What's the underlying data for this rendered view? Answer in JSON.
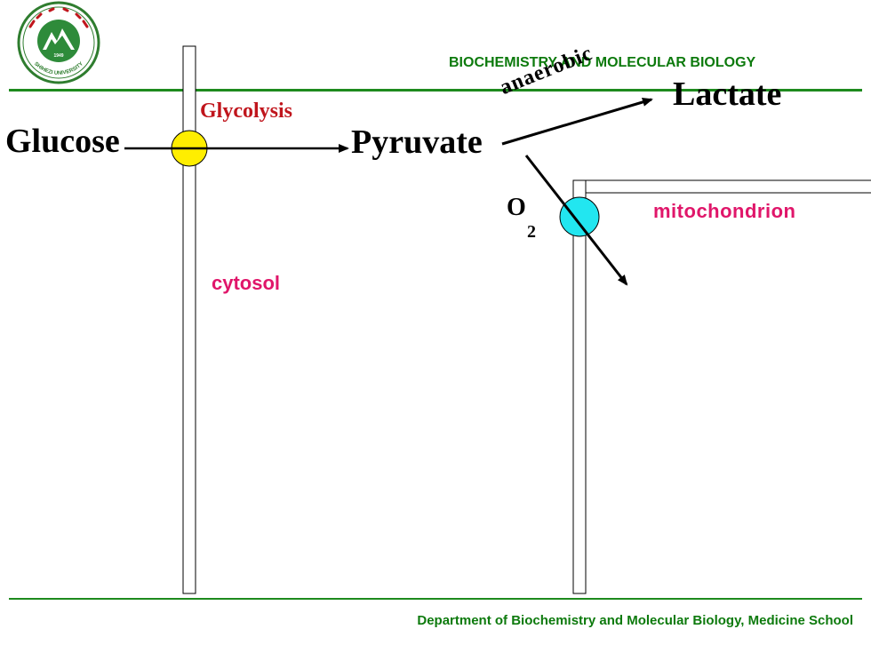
{
  "header": {
    "title": "BIOCHEMISTRY AND MOLECULAR BIOLOGY",
    "logo_icon": "university-seal-icon",
    "logo_text": "SHIHEZI UNIVERSITY"
  },
  "diagram": {
    "glucose": "Glucose",
    "glycolysis": "Glycolysis",
    "pyruvate": "Pyruvate",
    "anaerobic": "anaerobic",
    "lactate": "Lactate",
    "o2_symbol": "O",
    "o2_subscript": "2",
    "cytosol": "cytosol",
    "mitochondrion": "mitochondrion"
  },
  "footer": {
    "text": "Department of Biochemistry and Molecular Biology, Medicine School"
  },
  "colors": {
    "rule_green": "#1e8a1e",
    "header_text": "#0d7a0d",
    "glycolysis_red": "#c0151c",
    "label_pink": "#e0166a",
    "transporter_yellow": "#ffee00",
    "transporter_cyan": "#22e6f0"
  }
}
